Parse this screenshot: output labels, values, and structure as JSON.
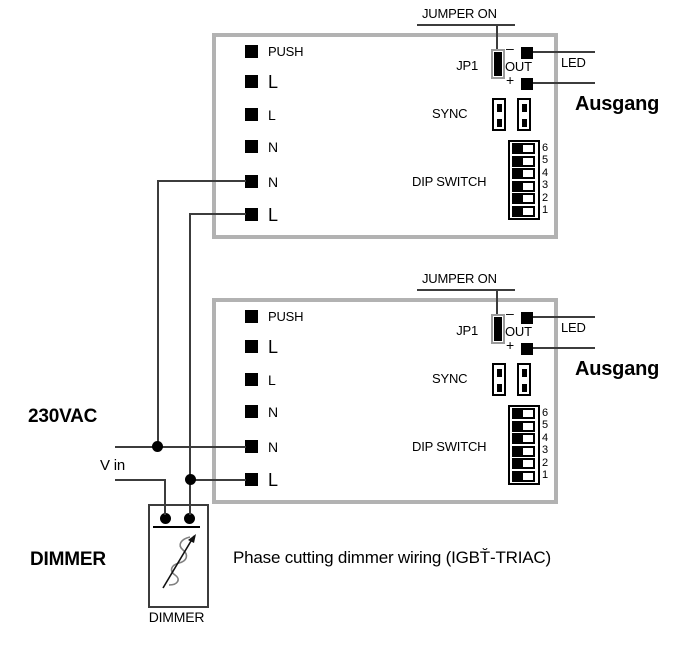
{
  "labels": {
    "mains": "230VAC",
    "vin": "V in",
    "dimmer_title": "DIMMER",
    "dimmer_box_caption": "DIMMER",
    "diagram_caption": "Phase cutting dimmer wiring (IGBT̆-TRIAC)"
  },
  "driver1": {
    "jumper_title": "JUMPER ON",
    "jp1": "JP1",
    "minus": "–",
    "plus": "+",
    "out": "OUT",
    "led": "LED",
    "output": "Ausgang",
    "sync": "SYNC",
    "dip": "DIP SWITCH",
    "dip_numbers": [
      "6",
      "5",
      "4",
      "3",
      "2",
      "1"
    ],
    "terminals": [
      "PUSH",
      "L",
      "L",
      "N",
      "N",
      "L"
    ]
  },
  "driver2": {
    "jumper_title": "JUMPER ON",
    "jp1": "JP1",
    "minus": "–",
    "plus": "+",
    "out": "OUT",
    "led": "LED",
    "output": "Ausgang",
    "sync": "SYNC",
    "dip": "DIP SWITCH",
    "dip_numbers": [
      "6",
      "5",
      "4",
      "3",
      "2",
      "1"
    ],
    "terminals": [
      "PUSH",
      "L",
      "L",
      "N",
      "N",
      "L"
    ]
  }
}
